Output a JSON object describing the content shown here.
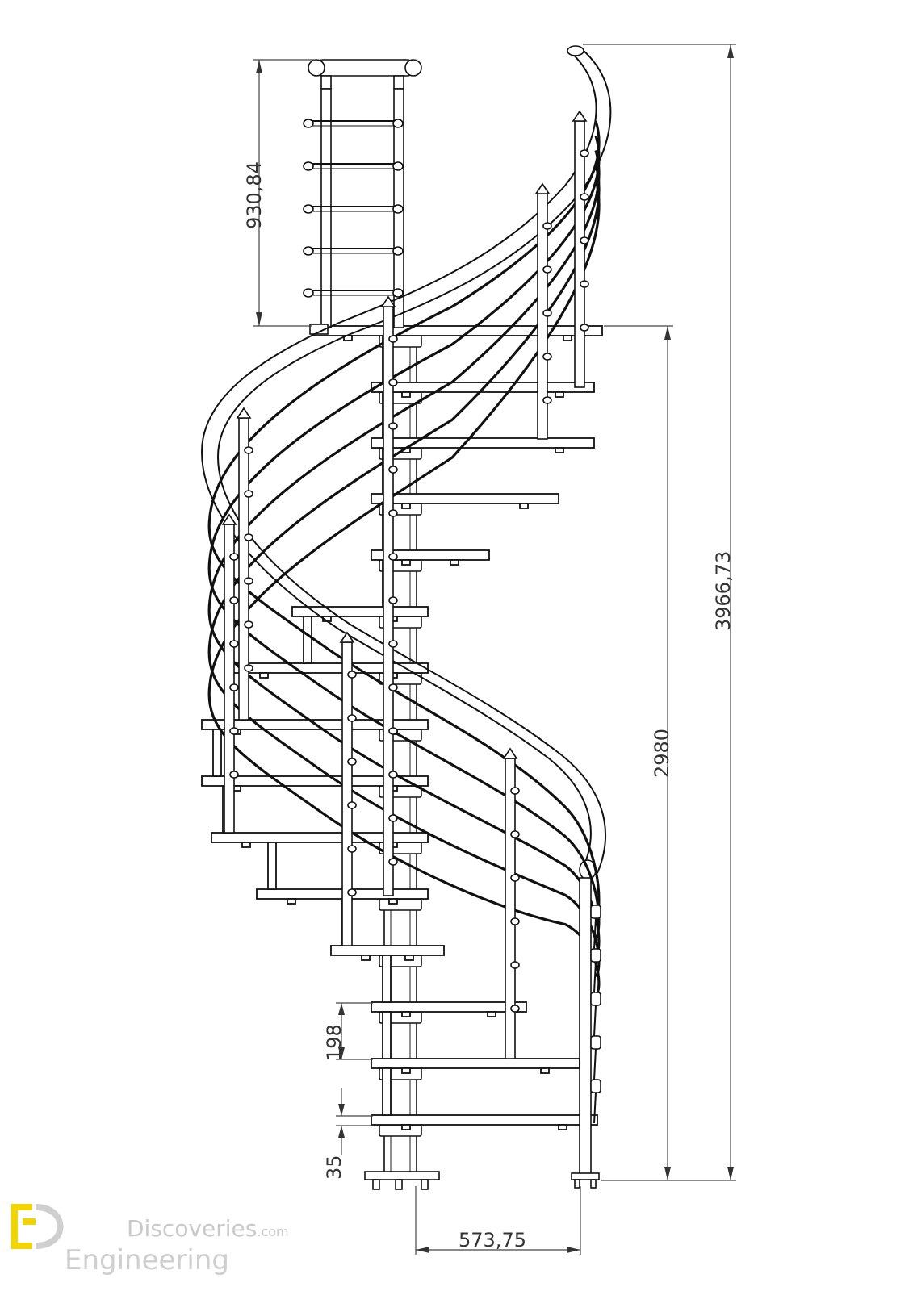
{
  "dimensions": {
    "total_height": "3966,73",
    "floor_to_floor": "2980",
    "railing_height": "930,84",
    "riser": "198",
    "tread_thickness": "35",
    "radius": "573,75"
  },
  "watermark": {
    "line1_main": "Discoveries",
    "line1_sub": ".com",
    "line2": "Engineering"
  },
  "colors": {
    "ink": "#111111",
    "dimension": "#333333",
    "logo_yellow": "#f2d500",
    "logo_gray": "#cfcfcf"
  },
  "icons": [
    "logo-ed-icon"
  ]
}
